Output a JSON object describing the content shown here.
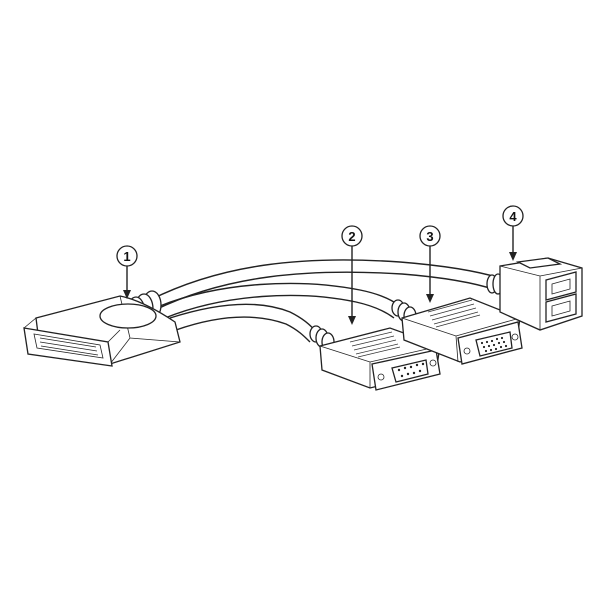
{
  "callouts": [
    {
      "id": "1",
      "label": "1"
    },
    {
      "id": "2",
      "label": "2"
    },
    {
      "id": "3",
      "label": "3"
    },
    {
      "id": "4",
      "label": "4"
    }
  ],
  "colors": {
    "line": "#222222",
    "background": "#ffffff"
  },
  "connectors": [
    {
      "callout": "1",
      "kind": "main-connector"
    },
    {
      "callout": "2",
      "kind": "db9-connector"
    },
    {
      "callout": "3",
      "kind": "db15-connector"
    },
    {
      "callout": "4",
      "kind": "dual-rj45-connector"
    }
  ]
}
